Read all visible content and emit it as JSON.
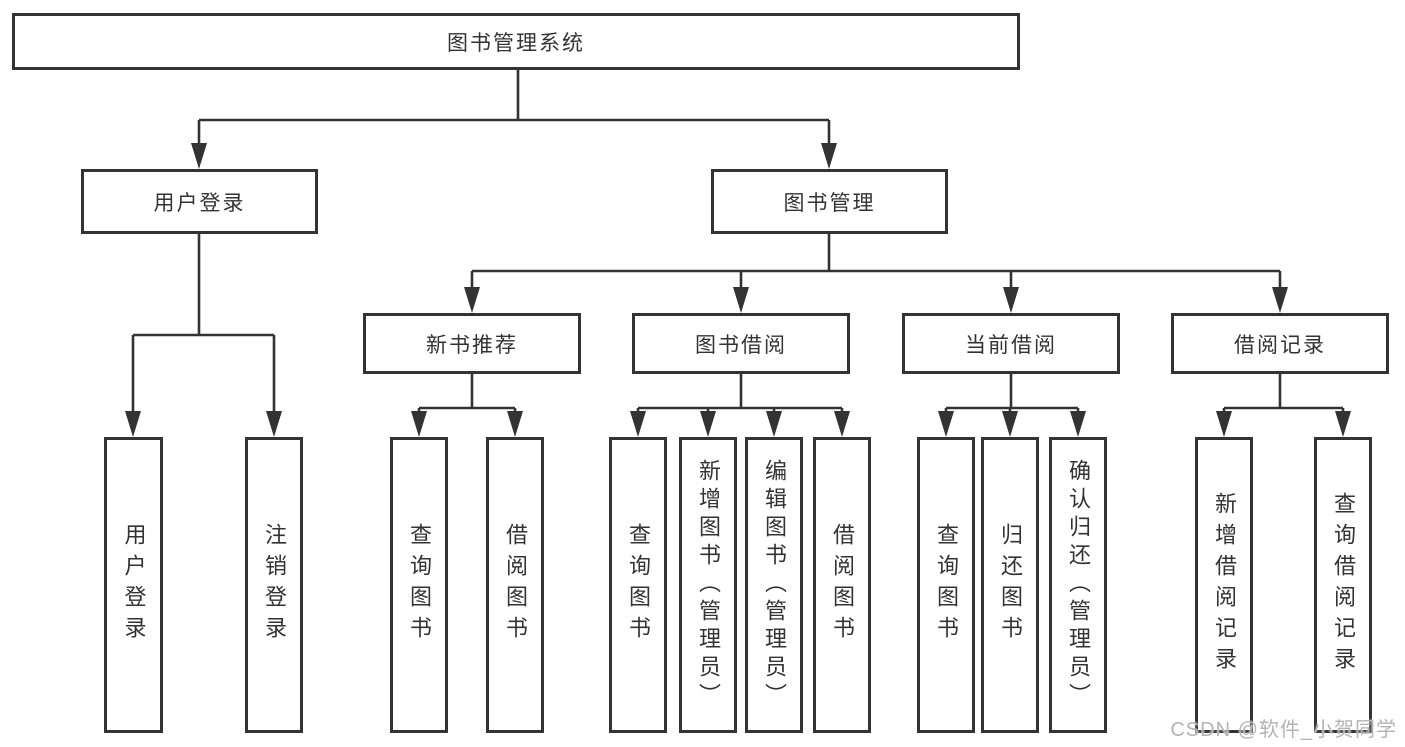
{
  "diagram": {
    "title_node": "图书管理系统",
    "type": "hierarchy-tree",
    "nodes": {
      "root": {
        "label": "图书管理系统"
      },
      "user_login": {
        "label": "用户登录"
      },
      "book_mgmt": {
        "label": "图书管理"
      },
      "new_books": {
        "label": "新书推荐"
      },
      "book_borrow": {
        "label": "图书借阅"
      },
      "current_borrow": {
        "label": "当前借阅"
      },
      "borrow_records": {
        "label": "借阅记录"
      },
      "leaf_user_login": {
        "label": "用户登录"
      },
      "leaf_logout": {
        "label": "注销登录"
      },
      "leaf_nb_query": {
        "label": "查询图书"
      },
      "leaf_nb_borrow": {
        "label": "借阅图书"
      },
      "leaf_bb_query": {
        "label": "查询图书"
      },
      "leaf_bb_add": {
        "label": "新增图书（管理员）"
      },
      "leaf_bb_edit": {
        "label": "编辑图书（管理员）"
      },
      "leaf_bb_borrow": {
        "label": "借阅图书"
      },
      "leaf_cb_query": {
        "label": "查询图书"
      },
      "leaf_cb_return": {
        "label": "归还图书"
      },
      "leaf_cb_confirm": {
        "label": "确认归还（管理员）"
      },
      "leaf_br_add": {
        "label": "新增借阅记录"
      },
      "leaf_br_query": {
        "label": "查询借阅记录"
      }
    },
    "hierarchy": {
      "图书管理系统": {
        "用户登录": [
          "用户登录",
          "注销登录"
        ],
        "图书管理": {
          "新书推荐": [
            "查询图书",
            "借阅图书"
          ],
          "图书借阅": [
            "查询图书",
            "新增图书（管理员）",
            "编辑图书（管理员）",
            "借阅图书"
          ],
          "当前借阅": [
            "查询图书",
            "归还图书",
            "确认归还（管理员）"
          ],
          "借阅记录": [
            "新增借阅记录",
            "查询借阅记录"
          ]
        }
      }
    },
    "colors": {
      "line": "#333333",
      "box_border": "#333333",
      "box_background": "#ffffff",
      "text": "#333333",
      "page_background": "#ffffff"
    }
  },
  "watermark": {
    "text": "CSDN @软件_小贺同学",
    "color": "#b3b3b3"
  }
}
